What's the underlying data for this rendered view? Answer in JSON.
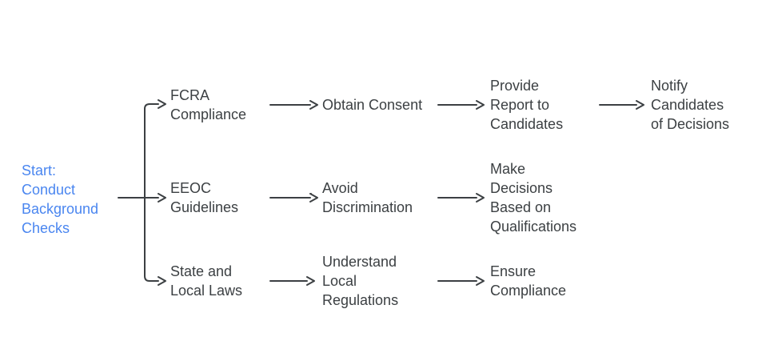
{
  "colors": {
    "background": "#ffffff",
    "accent_blue": "#4a86f0",
    "line": "#3c4043",
    "text": "#3c4043"
  },
  "diagram": {
    "type": "flowchart",
    "direction": "left-to-right",
    "nodes": {
      "start": {
        "label": "Start: Conduct Background Checks",
        "lines": [
          "Start:",
          "Conduct",
          "Background",
          "Checks"
        ]
      },
      "fcra_compliance": {
        "label": "FCRA Compliance",
        "lines": [
          "FCRA",
          "Compliance"
        ]
      },
      "obtain_consent": {
        "label": "Obtain Consent",
        "lines": [
          "Obtain Consent"
        ]
      },
      "provide_report": {
        "label": "Provide Report to Candidates",
        "lines": [
          "Provide",
          "Report to",
          "Candidates"
        ]
      },
      "notify_candidates": {
        "label": "Notify Candidates of Decisions",
        "lines": [
          "Notify",
          "Candidates",
          "of Decisions"
        ]
      },
      "eeoc_guidelines": {
        "label": "EEOC Guidelines",
        "lines": [
          "EEOC",
          "Guidelines"
        ]
      },
      "avoid_discrimination": {
        "label": "Avoid Discrimination",
        "lines": [
          "Avoid",
          "Discrimination"
        ]
      },
      "make_decisions": {
        "label": "Make Decisions Based on Qualifications",
        "lines": [
          "Make",
          "Decisions",
          "Based on",
          "Qualifications"
        ]
      },
      "state_local_laws": {
        "label": "State and Local Laws",
        "lines": [
          "State and",
          "Local Laws"
        ]
      },
      "understand_regulations": {
        "label": "Understand Local Regulations",
        "lines": [
          "Understand",
          "Local",
          "Regulations"
        ]
      },
      "ensure_compliance": {
        "label": "Ensure Compliance",
        "lines": [
          "Ensure",
          "Compliance"
        ]
      }
    },
    "edges": [
      {
        "from": "start",
        "to": "fcra_compliance"
      },
      {
        "from": "start",
        "to": "eeoc_guidelines"
      },
      {
        "from": "start",
        "to": "state_local_laws"
      },
      {
        "from": "fcra_compliance",
        "to": "obtain_consent"
      },
      {
        "from": "obtain_consent",
        "to": "provide_report"
      },
      {
        "from": "provide_report",
        "to": "notify_candidates"
      },
      {
        "from": "eeoc_guidelines",
        "to": "avoid_discrimination"
      },
      {
        "from": "avoid_discrimination",
        "to": "make_decisions"
      },
      {
        "from": "state_local_laws",
        "to": "understand_regulations"
      },
      {
        "from": "understand_regulations",
        "to": "ensure_compliance"
      }
    ]
  }
}
